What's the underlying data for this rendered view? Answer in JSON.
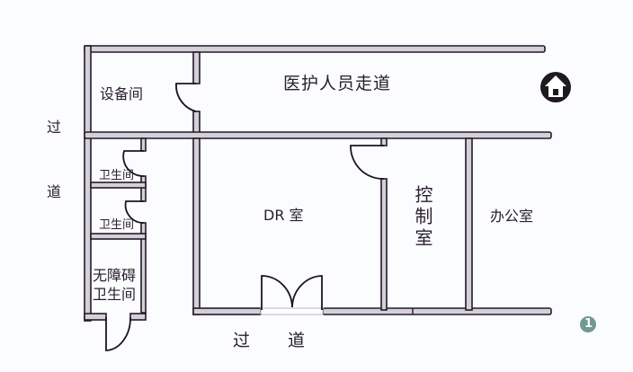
{
  "diagram": {
    "type": "floor-plan",
    "rooms": [
      {
        "id": "equipment",
        "label": "设备间"
      },
      {
        "id": "staff-corridor",
        "label": "医护人员走道"
      },
      {
        "id": "toilet-1",
        "label": "卫生间"
      },
      {
        "id": "toilet-2",
        "label": "卫生间"
      },
      {
        "id": "accessible-toilet",
        "label_line1": "无障碍",
        "label_line2": "卫生间"
      },
      {
        "id": "dr-room",
        "label": "DR 室"
      },
      {
        "id": "control-room",
        "label": "控制室"
      },
      {
        "id": "office",
        "label": "办公室"
      }
    ],
    "corridor_left": {
      "char1": "过",
      "char2": "道"
    },
    "corridor_bottom": {
      "char1": "过",
      "char2": "道"
    },
    "entrance_icon": "home-icon",
    "figure_number": "1",
    "colors": {
      "wall_fill": "#d4d0d8",
      "wall_stroke": "#231a2a",
      "text": "#2a2030",
      "badge": "#6f9a8f",
      "home_icon": "#1e1a1e"
    }
  }
}
